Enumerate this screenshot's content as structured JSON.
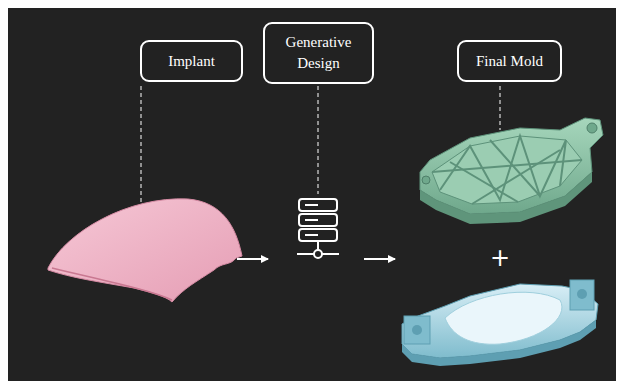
{
  "diagram": {
    "nodes": [
      {
        "text": [
          "Implant"
        ]
      },
      {
        "text": [
          "Generative Design"
        ]
      },
      {
        "text": [
          "Final Mold"
        ]
      }
    ],
    "labels": [
      "+"
    ]
  }
}
